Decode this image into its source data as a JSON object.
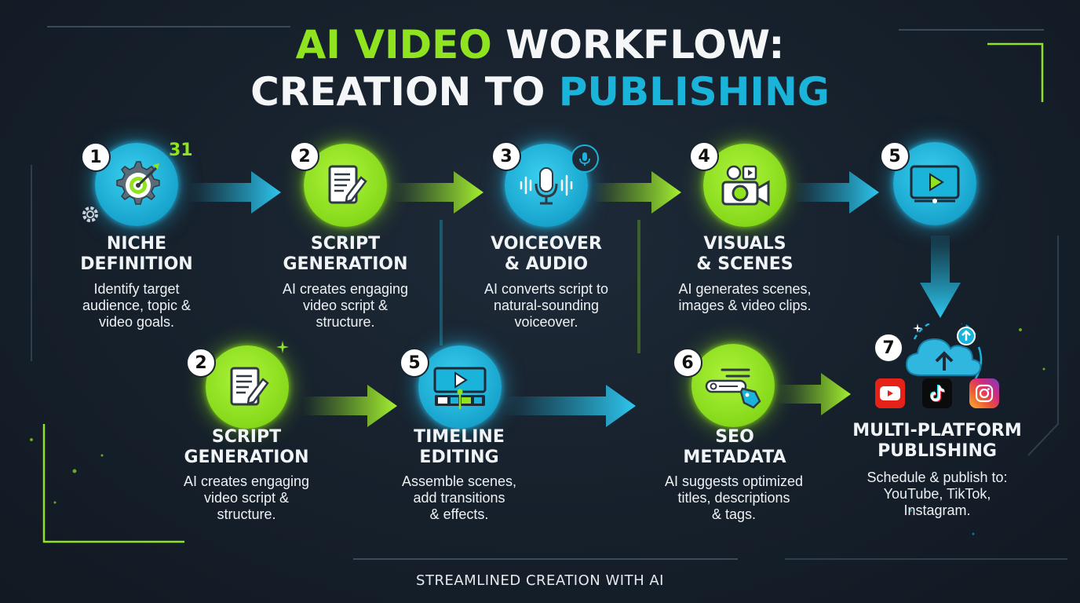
{
  "title": {
    "line1_part1": "AI VIDEO",
    "line1_part2": "WORKFLOW:",
    "line2_part1": "CREATION TO",
    "line2_part2": "PUBLISHING"
  },
  "nodes": [
    {
      "badge": "1",
      "title": "NICHE\nDEFINITION",
      "desc": "Identify target\naudience, topic &\nvideo goals.",
      "icon": "target-gear-icon",
      "color": "#1ab3d9"
    },
    {
      "badge": "2",
      "title": "SCRIPT\nGENERATION",
      "desc": "AI creates engaging\nvideo script &\nstructure.",
      "icon": "document-pencil-icon",
      "color": "#8fe31f"
    },
    {
      "badge": "3",
      "title": "VOICEOVER\n& AUDIO",
      "desc": "AI converts script to\nnatural-sounding\nvoiceover.",
      "icon": "microphone-icon",
      "color": "#1ab3d9"
    },
    {
      "badge": "4",
      "title": "VISUALS\n& SCENES",
      "desc": "AI generates scenes,\nimages & video clips.",
      "icon": "camera-icon",
      "color": "#8fe31f"
    },
    {
      "badge": "5",
      "title": "",
      "desc": "",
      "icon": "video-player-icon",
      "color": "#1ab3d9"
    },
    {
      "badge": "2",
      "title": "SCRIPT\nGENERATION",
      "desc": "AI creates engaging\nvideo script &\nstructure.",
      "icon": "document-pencil-icon",
      "color": "#8fe31f"
    },
    {
      "badge": "5",
      "title": "TIMELINE\nEDITING",
      "desc": "Assemble scenes,\nadd transitions\n& effects.",
      "icon": "timeline-editor-icon",
      "color": "#1ab3d9"
    },
    {
      "badge": "6",
      "title": "SEO\nMETADATA",
      "desc": "AI suggests optimized\ntitles, descriptions\n& tags.",
      "icon": "search-tag-icon",
      "color": "#8fe31f"
    },
    {
      "badge": "7",
      "title": "MULTI-PLATFORM\nPUBLISHING",
      "desc": "Schedule & publish to:\nYouTube, TikTok,\nInstagram.",
      "icon": "cloud-upload-icon",
      "color": "#1ab3d9"
    }
  ],
  "platforms": [
    "youtube-icon",
    "tiktok-icon",
    "instagram-icon"
  ],
  "footer": "STREAMLINED CREATION WITH AI"
}
